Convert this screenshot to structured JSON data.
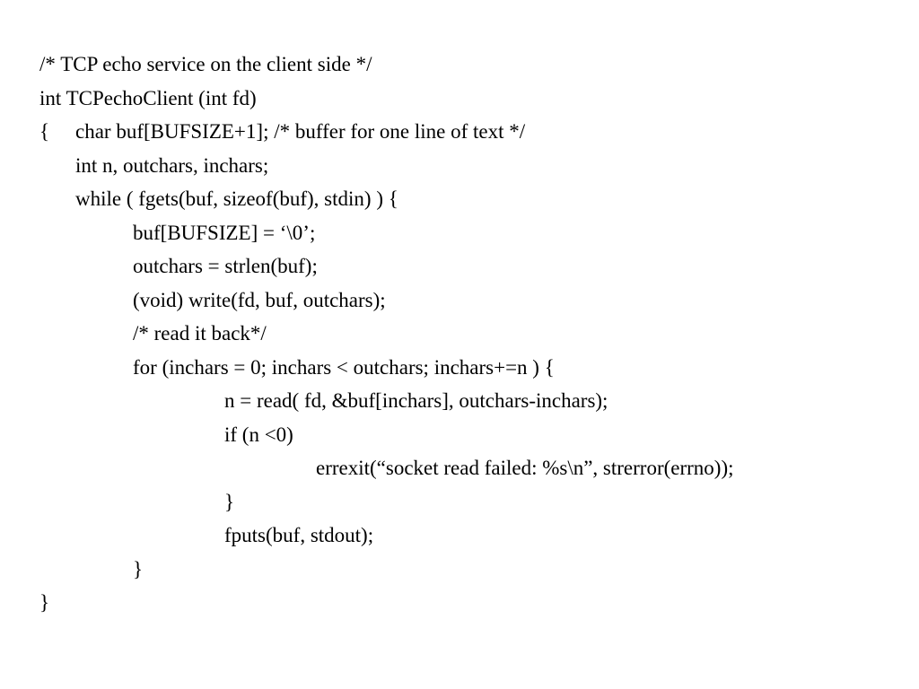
{
  "slide": {
    "code_lines": [
      "/* TCP echo service on the client side */",
      "int TCPechoClient (int fd)",
      "{",
      "char buf[BUFSIZE+1]; /* buffer for one line of text */",
      "int n, outchars, inchars;",
      "while ( fgets(buf, sizeof(buf), stdin) ) {",
      "buf[BUFSIZE] = ‘\\0’;",
      "outchars = strlen(buf);",
      "(void) write(fd, buf, outchars);",
      "/* read it back*/",
      "for (inchars = 0; inchars < outchars; inchars+=n ) {",
      "n = read( fd, &buf[inchars], outchars-inchars);",
      "if (n <0)",
      "errexit(“socket read failed: %s\\n”, strerror(errno));",
      "}",
      "fputs(buf, stdout);",
      "}",
      "}"
    ]
  }
}
